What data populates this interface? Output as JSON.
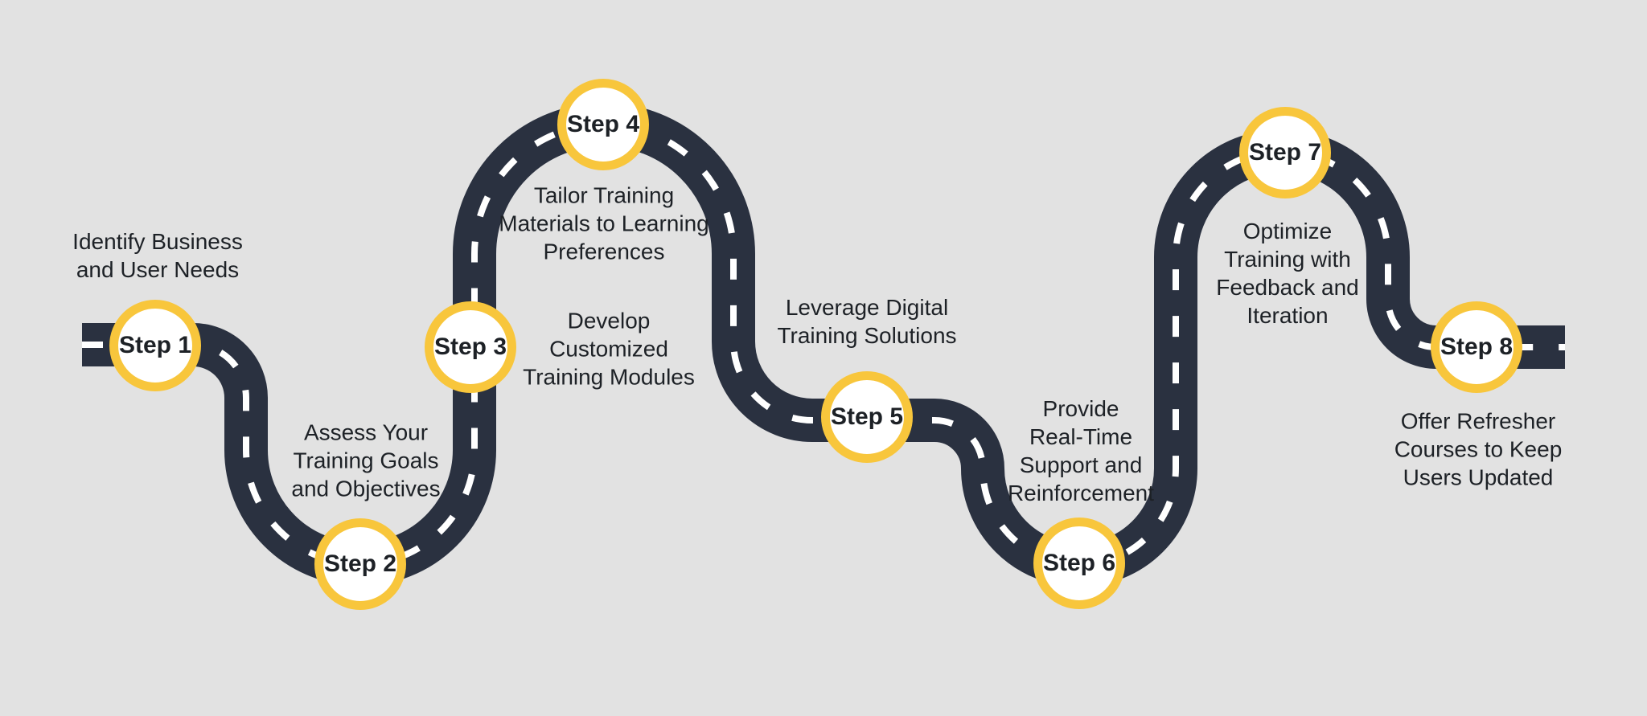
{
  "colors": {
    "background": "#e2e2e2",
    "road": "#2a3140",
    "road_dash": "#ffffff",
    "marker_ring": "#f8c63c",
    "marker_fill": "#ffffff",
    "text": "#1d2126"
  },
  "steps": [
    {
      "label": "Step 1",
      "caption": "Identify Business\nand User Needs"
    },
    {
      "label": "Step 2",
      "caption": "Assess Your\nTraining Goals\nand Objectives"
    },
    {
      "label": "Step 3",
      "caption": "Develop\nCustomized\nTraining Modules"
    },
    {
      "label": "Step 4",
      "caption": "Tailor Training\nMaterials to Learning\nPreferences"
    },
    {
      "label": "Step 5",
      "caption": "Leverage Digital\nTraining Solutions"
    },
    {
      "label": "Step 6",
      "caption": "Provide\nReal-Time\nSupport and\nReinforcement"
    },
    {
      "label": "Step 7",
      "caption": "Optimize\nTraining with\nFeedback and\nIteration"
    },
    {
      "label": "Step 8",
      "caption": "Offer Refresher\nCourses to Keep\nUsers Updated"
    }
  ]
}
